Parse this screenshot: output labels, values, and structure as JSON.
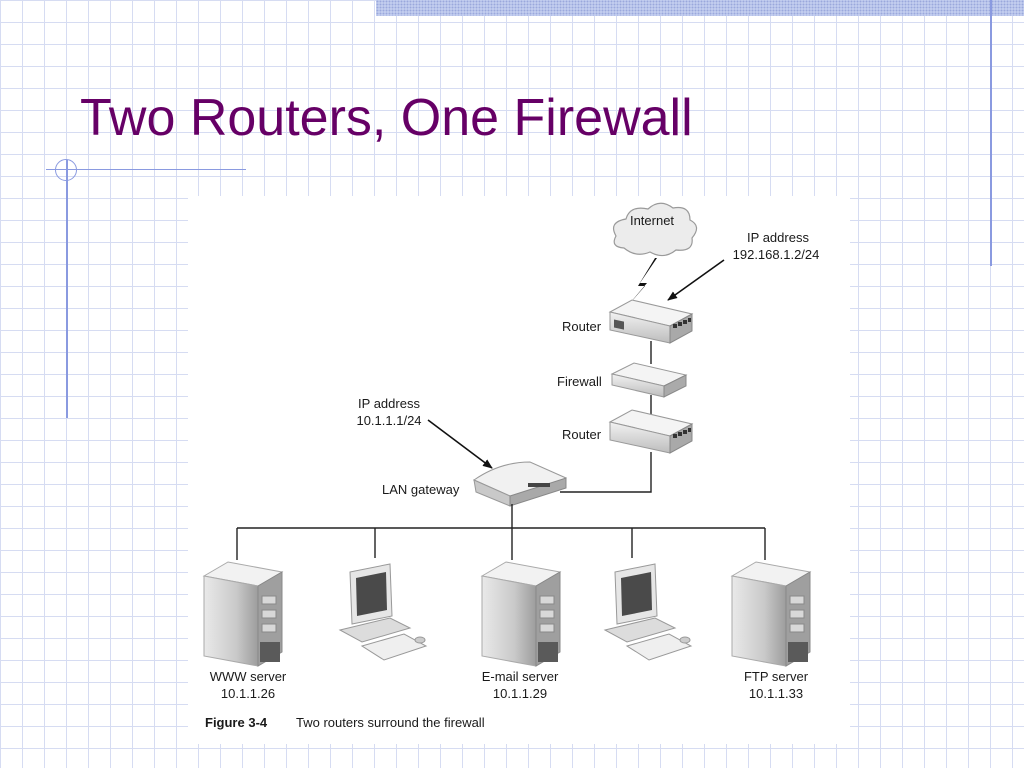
{
  "slide": {
    "title": "Two Routers, One Firewall",
    "colors": {
      "title": "#660066",
      "grid": "#d6dcf2",
      "rule": "#8a9ae0"
    }
  },
  "diagram": {
    "internet": "Internet",
    "ip_top": {
      "label": "IP address",
      "value": "192.168.1.2/24"
    },
    "router_top": "Router",
    "firewall": "Firewall",
    "router_bottom": "Router",
    "ip_left": {
      "label": "IP address",
      "value": "10.1.1.1/24"
    },
    "lan_gateway": "LAN gateway",
    "servers": {
      "www": {
        "name": "WWW server",
        "ip": "10.1.1.26"
      },
      "email": {
        "name": "E-mail server",
        "ip": "10.1.1.29"
      },
      "ftp": {
        "name": "FTP server",
        "ip": "10.1.1.33"
      }
    },
    "caption": {
      "number": "Figure 3-4",
      "text": "Two routers surround the firewall"
    }
  }
}
